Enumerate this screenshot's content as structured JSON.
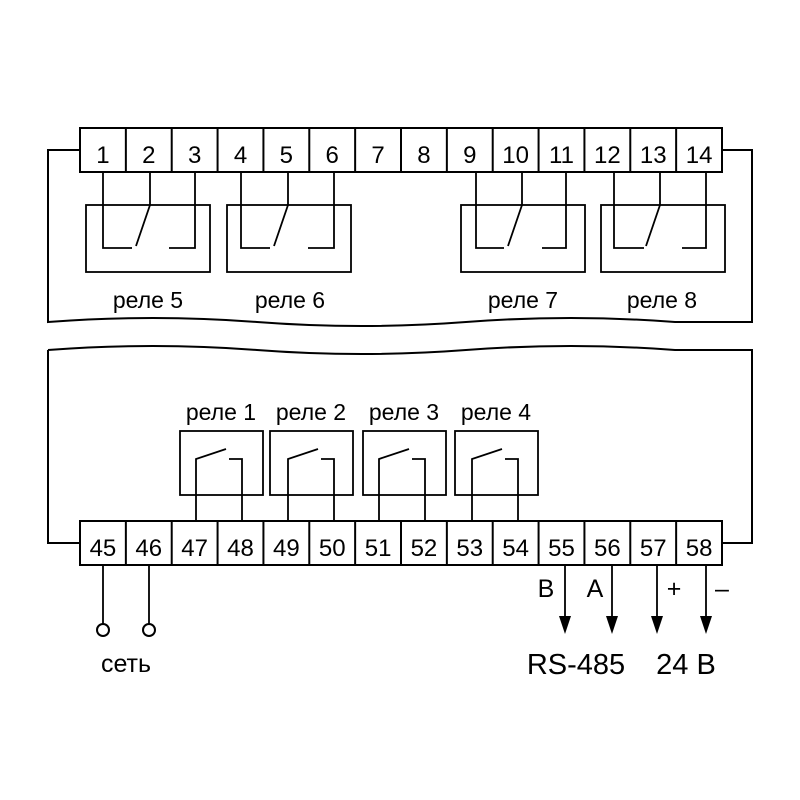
{
  "top_terminals": [
    "1",
    "2",
    "3",
    "4",
    "5",
    "6",
    "7",
    "8",
    "9",
    "10",
    "11",
    "12",
    "13",
    "14"
  ],
  "bottom_terminals": [
    "45",
    "46",
    "47",
    "48",
    "49",
    "50",
    "51",
    "52",
    "53",
    "54",
    "55",
    "56",
    "57",
    "58"
  ],
  "top_relays": [
    "реле 5",
    "реле 6",
    "реле 7",
    "реле 8"
  ],
  "bottom_relays": [
    "реле 1",
    "реле 2",
    "реле 3",
    "реле 4"
  ],
  "signals": {
    "b": "B",
    "a": "A",
    "plus": "+",
    "minus": "–",
    "mains": "сеть",
    "rs485": "RS-485",
    "power": "24 В"
  }
}
